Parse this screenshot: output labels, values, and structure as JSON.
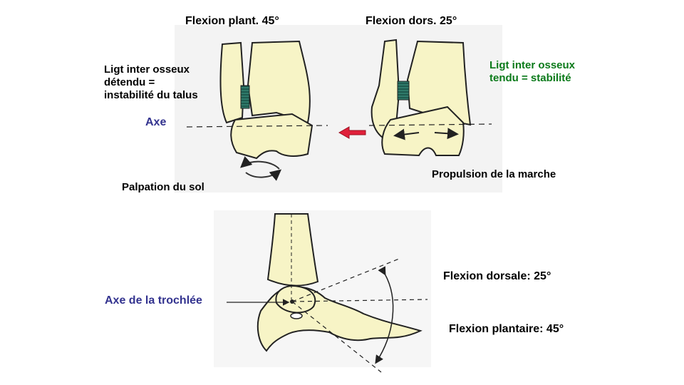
{
  "labels": {
    "flexion_plant": "Flexion plant. 45°",
    "flexion_dors": "Flexion dors. 25°",
    "ligt_detendu": "Ligt inter osseux\ndétendu =\ninstabilité du talus",
    "ligt_tendu": "Ligt inter osseux\ntendu = stabilité",
    "axe": "Axe",
    "palpation": "Palpation du sol",
    "propulsion": "Propulsion de la marche",
    "axe_trochlee": "Axe de la trochlée",
    "flexion_dorsale": "Flexion dorsale: 25°",
    "flexion_plantaire": "Flexion plantaire: 45°"
  },
  "colors": {
    "bone": "#f7f4c6",
    "ligament": "#2f7a6a",
    "arrow_red": "#e0203a",
    "axis_blue": "#33338f",
    "green_text": "#0a7a1a"
  },
  "icons": [
    "rotation-arrows-icon",
    "red-arrow-icon",
    "double-arrow-icon"
  ]
}
